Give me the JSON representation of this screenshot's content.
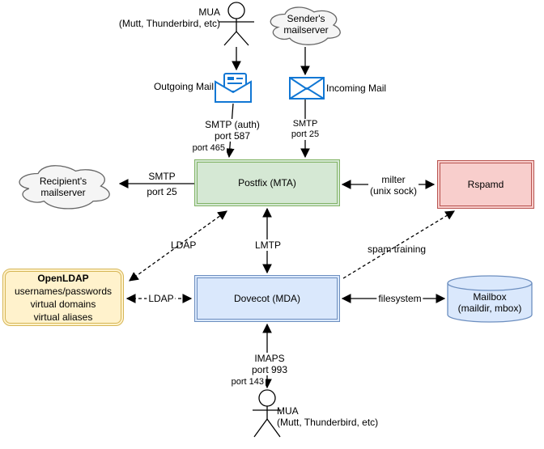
{
  "colors": {
    "arrow": "#000000",
    "icon_blue": "#1177d4",
    "cloud_fill": "#f5f5f5",
    "cloud_border": "#666666",
    "postfix_fill": "#d5e8d4",
    "postfix_border": "#82b366",
    "dovecot_fill": "#dae8fc",
    "dovecot_border": "#6c8ebf",
    "rspamd_fill": "#f8cecc",
    "rspamd_border": "#b85450",
    "openldap_fill": "#fff2cc",
    "openldap_border": "#d6b656",
    "mailbox_fill": "#dae8fc",
    "mailbox_border": "#6c8ebf"
  },
  "nodes": {
    "mua_top": {
      "name": "MUA",
      "detail": "(Mutt, Thunderbird, etc)"
    },
    "sender_cloud": {
      "line1": "Sender's",
      "line2": "mailserver"
    },
    "outgoing_mail": {
      "label": "Outgoing Mail"
    },
    "incoming_mail": {
      "label": "Incoming Mail"
    },
    "postfix": {
      "label": "Postfix (MTA)"
    },
    "recipient_cloud": {
      "line1": "Recipient's",
      "line2": "mailserver"
    },
    "rspamd": {
      "label": "Rspamd"
    },
    "openldap": {
      "title": "OpenLDAP",
      "lines": [
        "usernames/passwords",
        "virtual domains",
        "virtual aliases"
      ]
    },
    "dovecot": {
      "label": "Dovecot (MDA)"
    },
    "mailbox": {
      "line1": "Mailbox",
      "line2": "(maildir, mbox)"
    },
    "mua_bottom": {
      "name": "MUA",
      "detail": "(Mutt, Thunderbird, etc)"
    }
  },
  "edges": {
    "smtp_auth": {
      "line1": "SMTP (auth)",
      "line2": "port 587"
    },
    "port_465": "port 465",
    "smtp_incoming": {
      "line1": "SMTP",
      "line2": "port 25"
    },
    "smtp_outgoing": {
      "line1": "SMTP",
      "line2": "port 25"
    },
    "milter": {
      "line1": "milter",
      "line2": "(unix sock)"
    },
    "ldap_postfix": "LDAP",
    "lmtp": "LMTP",
    "spam_training": "spam training",
    "ldap_dovecot": "LDAP",
    "filesystem": "filesystem",
    "imaps": {
      "line1": "IMAPS",
      "line2": "port 993"
    },
    "port_143": "port 143"
  }
}
